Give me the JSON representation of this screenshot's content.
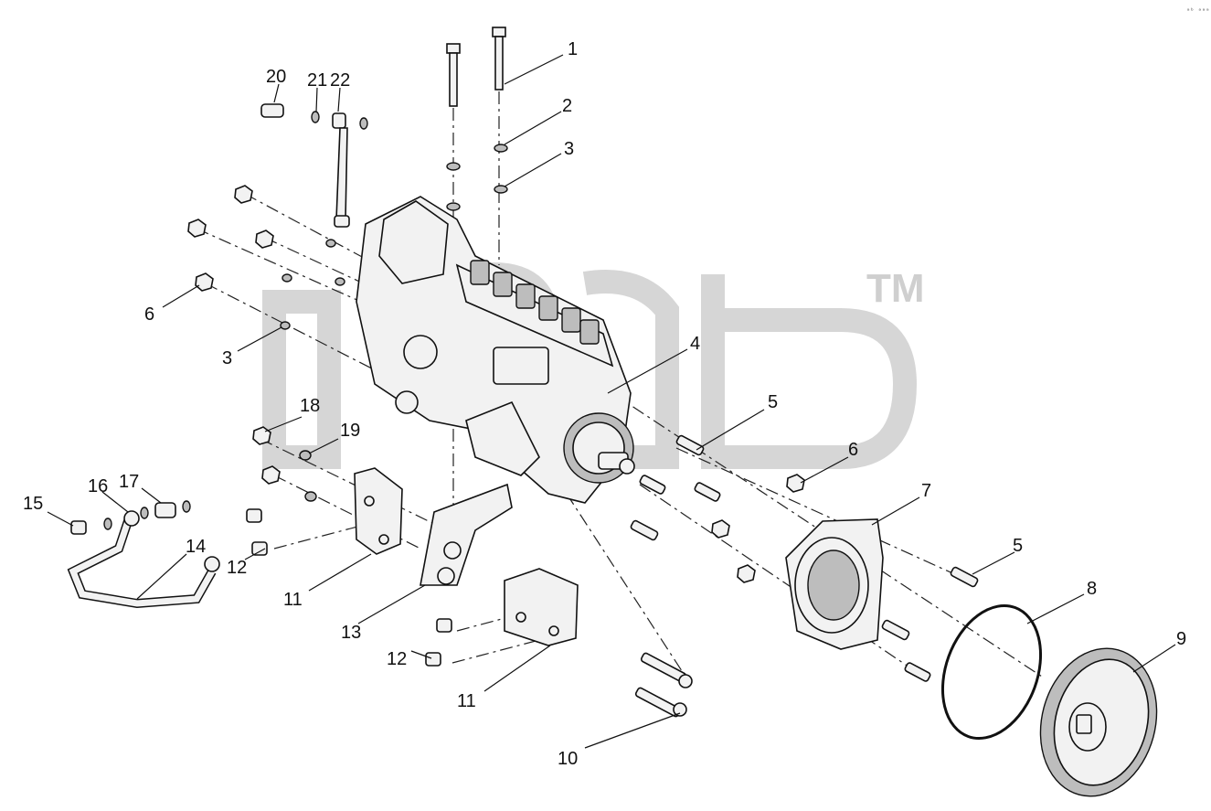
{
  "callouts": {
    "c1": "1",
    "c2": "2",
    "c3a": "3",
    "c3b": "3",
    "c4": "4",
    "c5a": "5",
    "c5b": "5",
    "c6a": "6",
    "c6b": "6",
    "c7": "7",
    "c8": "8",
    "c9": "9",
    "c10": "10",
    "c11a": "11",
    "c11b": "11",
    "c12a": "12",
    "c12b": "12",
    "c13": "13",
    "c14": "14",
    "c15": "15",
    "c16": "16",
    "c17": "17",
    "c18": "18",
    "c19": "19",
    "c20": "20",
    "c21": "21",
    "c22": "22"
  },
  "watermark": {
    "trademark": "TM"
  },
  "corner_code": "ᵃᵇ ᵃᵃᵃ"
}
